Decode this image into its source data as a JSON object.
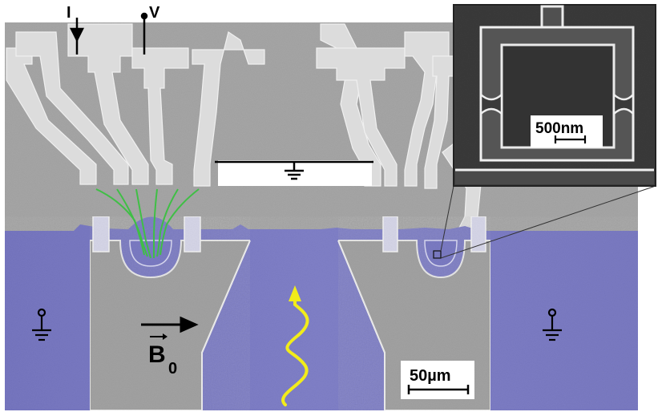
{
  "labels": {
    "current": "I",
    "voltage": "V",
    "field_symbol": "B",
    "field_subscript": "0",
    "inset_scale": "500nm",
    "main_scale": "50µm"
  },
  "icons": {
    "ground_top": "ground-icon",
    "ground_left": "ground-icon",
    "ground_right": "ground-icon",
    "microwave": "wavy-arrow-icon",
    "field_arrow": "arrow-right-icon"
  },
  "colors": {
    "background": "#ffffff",
    "substrate_gray": "#a3a3a3",
    "metal_light": "#dedede",
    "ground_plane_blue": "#7c7cc4",
    "probe_wires_green": "#3fbf45",
    "microwave_yellow": "#f2ec1a",
    "inset_bg": "#3a3a3a",
    "ink": "#000000"
  }
}
